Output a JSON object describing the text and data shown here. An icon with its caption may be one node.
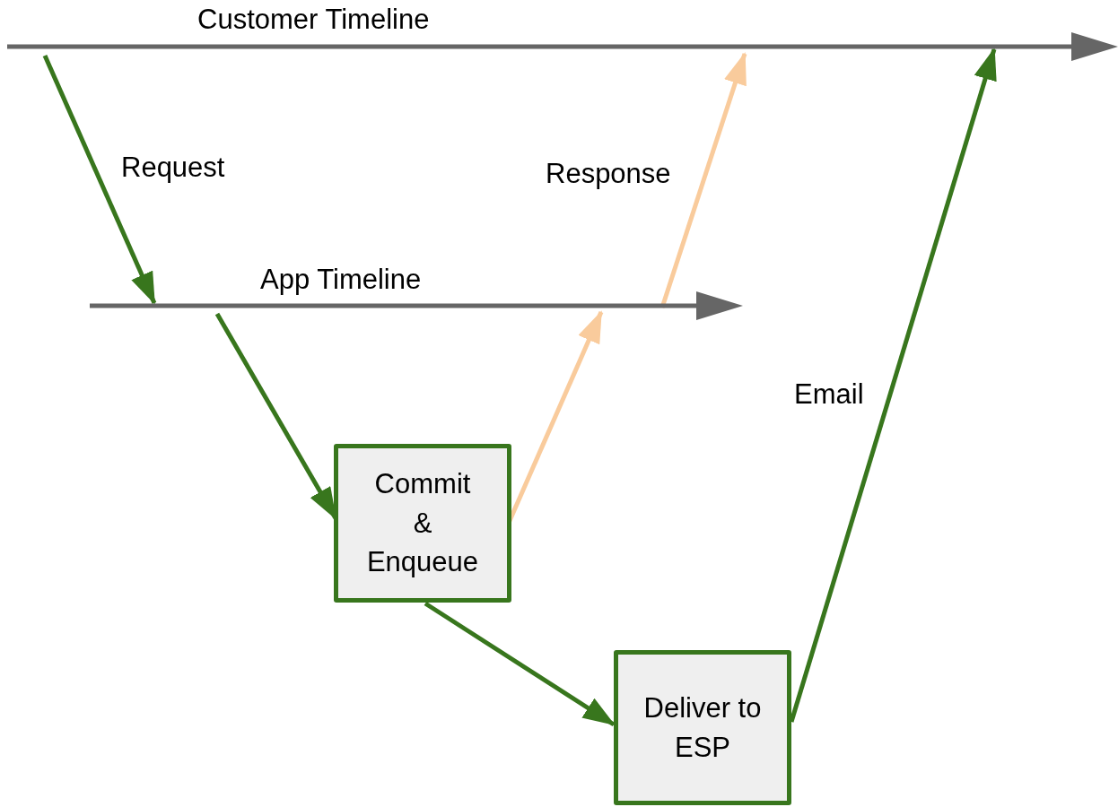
{
  "diagram": {
    "nodes": [
      {
        "text": [
          "Customer Timeline"
        ]
      },
      {
        "text": [
          "App Timeline"
        ]
      },
      {
        "text": [
          "Commit & Enqueue"
        ]
      },
      {
        "text": [
          "Deliver to ESP"
        ]
      }
    ],
    "edges": [
      {
        "from": 0,
        "to": 1,
        "arrow": "to",
        "label": "Request"
      },
      {
        "from": 1,
        "to": 2,
        "arrow": "to"
      },
      {
        "from": 2,
        "to": 1,
        "arrow": "to",
        "color": "#f9cb9c"
      },
      {
        "from": 1,
        "to": 0,
        "arrow": "to",
        "label": "Response",
        "color": "#f9cb9c"
      },
      {
        "from": 2,
        "to": 3,
        "arrow": "to"
      },
      {
        "from": 3,
        "to": 0,
        "arrow": "to",
        "label": "Email"
      }
    ]
  }
}
